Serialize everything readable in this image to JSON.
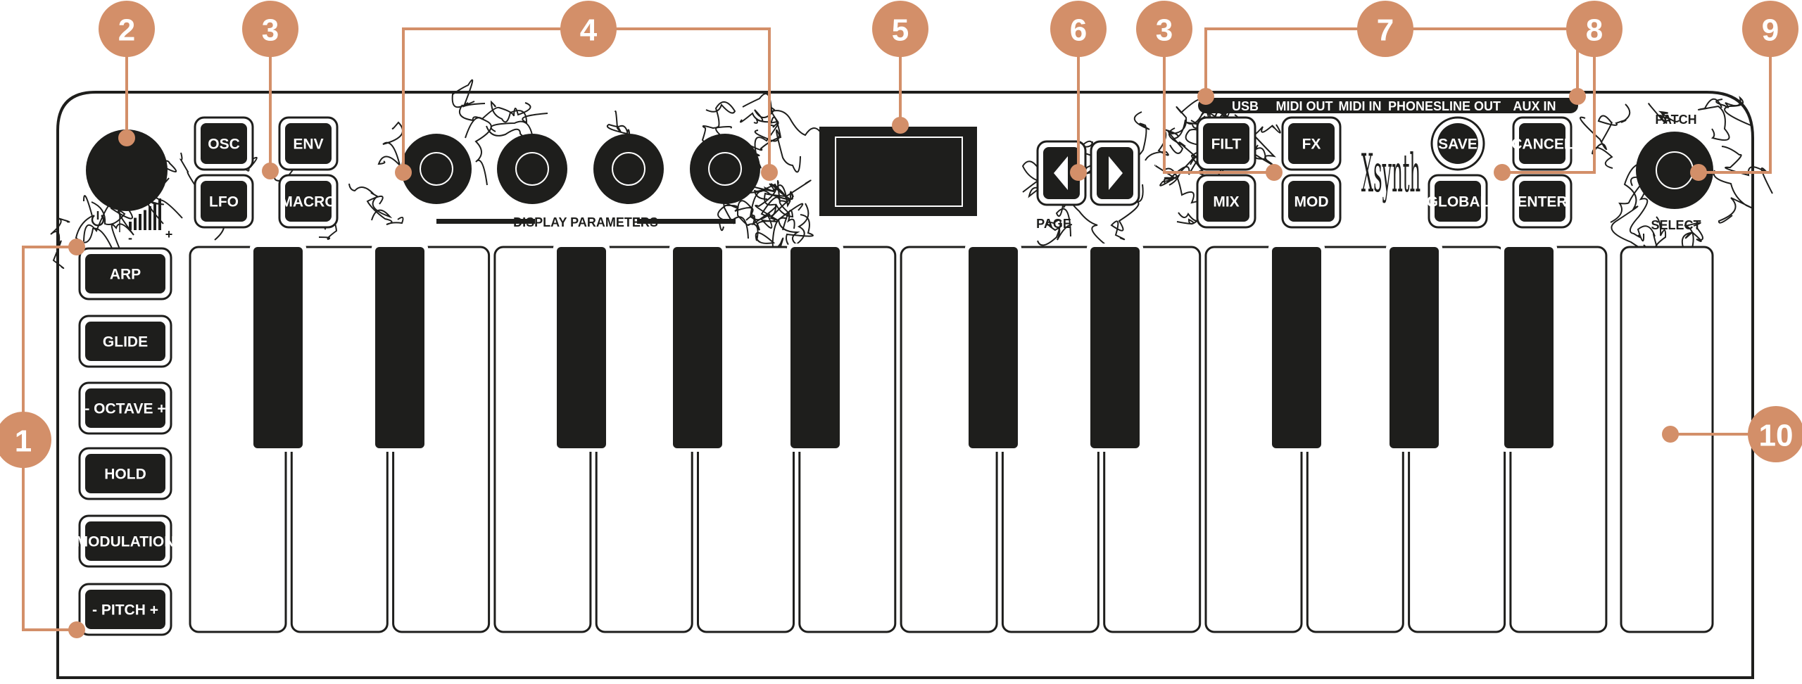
{
  "title": "Xsynth front panel diagram",
  "callouts": [
    {
      "label": "1",
      "target": "left-buttons"
    },
    {
      "label": "2",
      "target": "volume-knob"
    },
    {
      "label": "3",
      "target": "menu-buttons-left"
    },
    {
      "label": "4",
      "target": "parameter-knobs"
    },
    {
      "label": "5",
      "target": "display"
    },
    {
      "label": "6",
      "target": "page-buttons"
    },
    {
      "label": "3",
      "target": "menu-buttons-right"
    },
    {
      "label": "7",
      "target": "ports"
    },
    {
      "label": "8",
      "target": "system-buttons"
    },
    {
      "label": "9",
      "target": "patch-select-knob"
    },
    {
      "label": "10",
      "target": "keyboard"
    }
  ],
  "buttons": {
    "osc": "OSC",
    "env": "ENV",
    "lfo": "LFO",
    "macro": "MACRO",
    "filt": "FILT",
    "fx": "FX",
    "mix": "MIX",
    "mod": "MOD",
    "save": "SAVE",
    "cancel": "CANCEL",
    "global": "GLOBAL",
    "enter": "ENTER"
  },
  "left_buttons": [
    "ARP",
    "GLIDE",
    "- OCTAVE +",
    "HOLD",
    "MODULATION",
    "- PITCH +"
  ],
  "ports": [
    "USB",
    "MIDI OUT",
    "MIDI IN",
    "PHONES",
    "LINE OUT",
    "AUX IN"
  ],
  "labels": {
    "display_parameters": "DISPLAY PARAMETERS",
    "page": "PAGE",
    "patch": "PATCH",
    "select": "SELECT",
    "brand": "Xsynth",
    "vol_minus": "-",
    "vol_plus": "+"
  },
  "icons": {
    "power": "power-icon",
    "volume": "volume-bars-icon",
    "page_left": "triangle-left-icon",
    "page_right": "triangle-right-icon"
  },
  "colors": {
    "callout": "#d38f69",
    "ink": "#1e1e1c",
    "panel": "#ffffff"
  }
}
